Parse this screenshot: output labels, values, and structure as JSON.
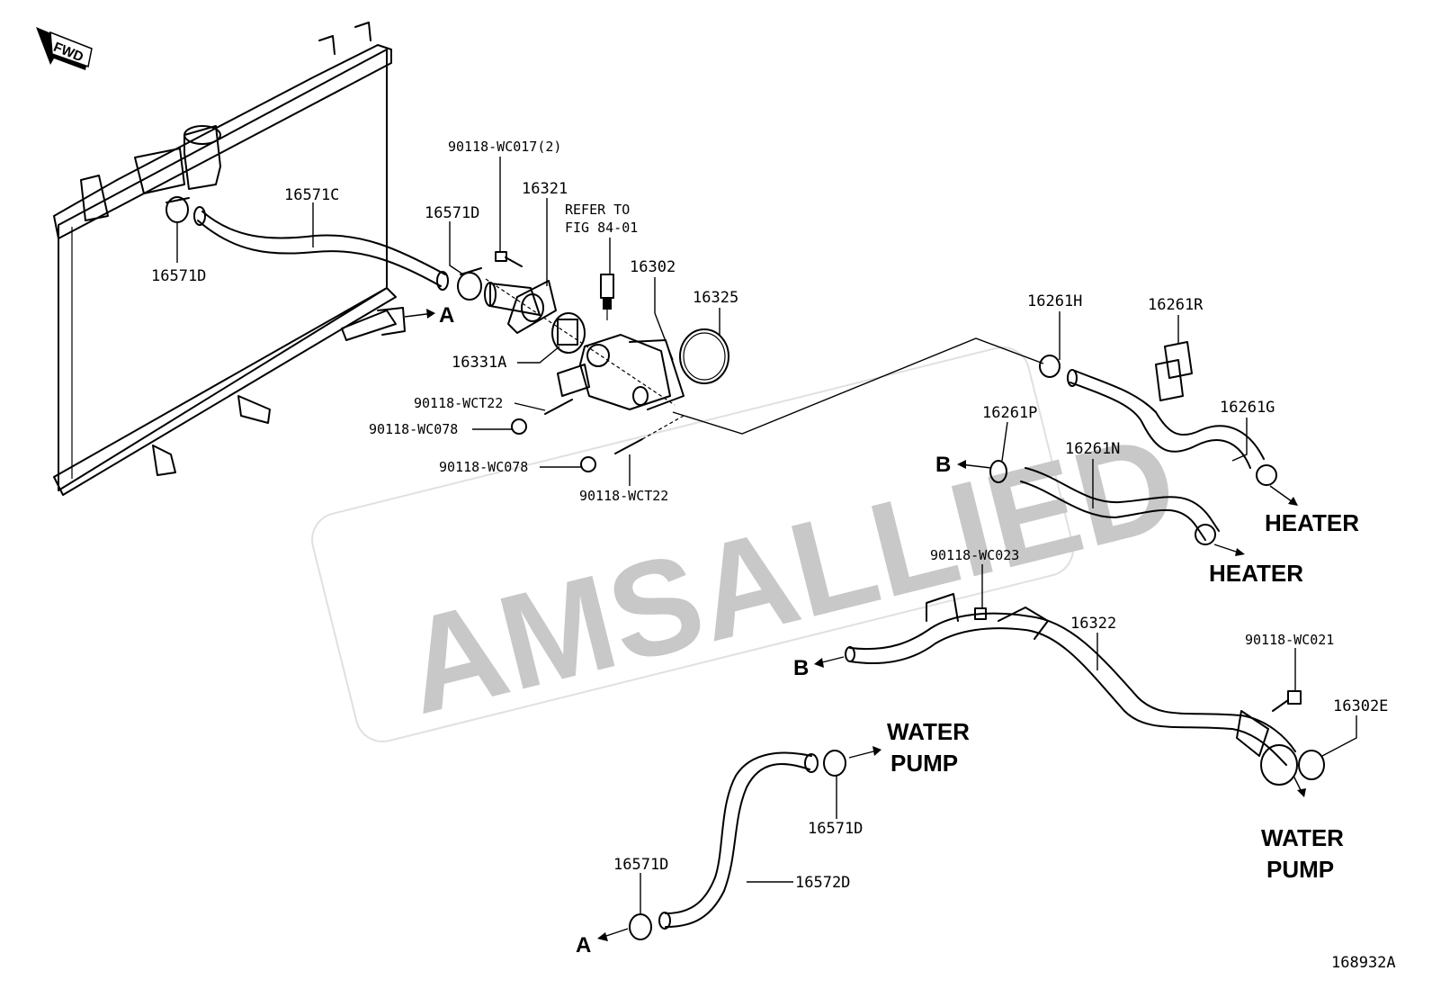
{
  "watermark": "AMSALLIED",
  "fwd_label": "FWD",
  "figure_code": "168932A",
  "labels": {
    "p16571C": "16571C",
    "p16571D_top": "16571D",
    "p16571D_left": "16571D",
    "p90118_wc017": "90118-WC017(2)",
    "p16321": "16321",
    "refer1": "REFER TO",
    "refer2": "FIG 84-01",
    "p16302": "16302",
    "p16325": "16325",
    "p16331A": "16331A",
    "p90118_wct22_a": "90118-WCT22",
    "p90118_wc078_a": "90118-WC078",
    "p90118_wc078_b": "90118-WC078",
    "p90118_wct22_b": "90118-WCT22",
    "p16261H": "16261H",
    "p16261R": "16261R",
    "p16261P": "16261P",
    "p16261N": "16261N",
    "p16261G": "16261G",
    "p90118_wc023": "90118-WC023",
    "p16322": "16322",
    "p90118_wc021": "90118-WC021",
    "p16302E": "16302E",
    "p16571D_mid": "16571D",
    "p16571D_bot": "16571D",
    "p16572D": "16572D"
  },
  "callouts": {
    "A1": "A",
    "A2": "A",
    "B1": "B",
    "B2": "B",
    "heater1": "HEATER",
    "heater2": "HEATER",
    "water1a": "WATER",
    "water1b": "PUMP",
    "water2a": "WATER",
    "water2b": "PUMP"
  }
}
